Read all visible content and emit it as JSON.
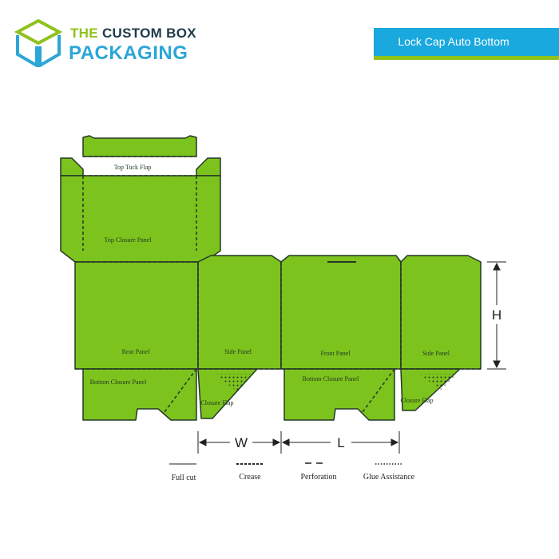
{
  "brand": {
    "line1_prefix": "THE",
    "line1_rest": "CUSTOM BOX",
    "line2": "PACKAGING",
    "logo_icon": "cube-icon"
  },
  "banner": {
    "title": "Lock Cap Auto Bottom",
    "color": "#1aa9de",
    "stripe_color": "#8fc21b"
  },
  "dieline": {
    "fill_color": "#7dc31d",
    "stroke_color": "#243826",
    "panels": {
      "top_tuck_flap": "Top Tuck Flap",
      "top_closure_panel": "Top Closure Panel",
      "rear_panel": "Rear Panel",
      "bottom_closure_panel_left": "Bottom Closure Panel",
      "closure_flap_left": "Closure Flap",
      "side_panel_left": "Side Panel",
      "front_panel": "Front Panel",
      "bottom_closure_panel_right": "Bottom Closure Panel",
      "side_panel_right": "Side Panel",
      "closure_flap_right": "Closure Flap"
    },
    "dimensions": {
      "width": "W",
      "length": "L",
      "height": "H"
    }
  },
  "legend": [
    {
      "label": "Full cut",
      "style": "solid"
    },
    {
      "label": "Crease",
      "style": "dashed"
    },
    {
      "label": "Perforation",
      "style": "perforation"
    },
    {
      "label": "Glue Assistance",
      "style": "dotted"
    }
  ]
}
